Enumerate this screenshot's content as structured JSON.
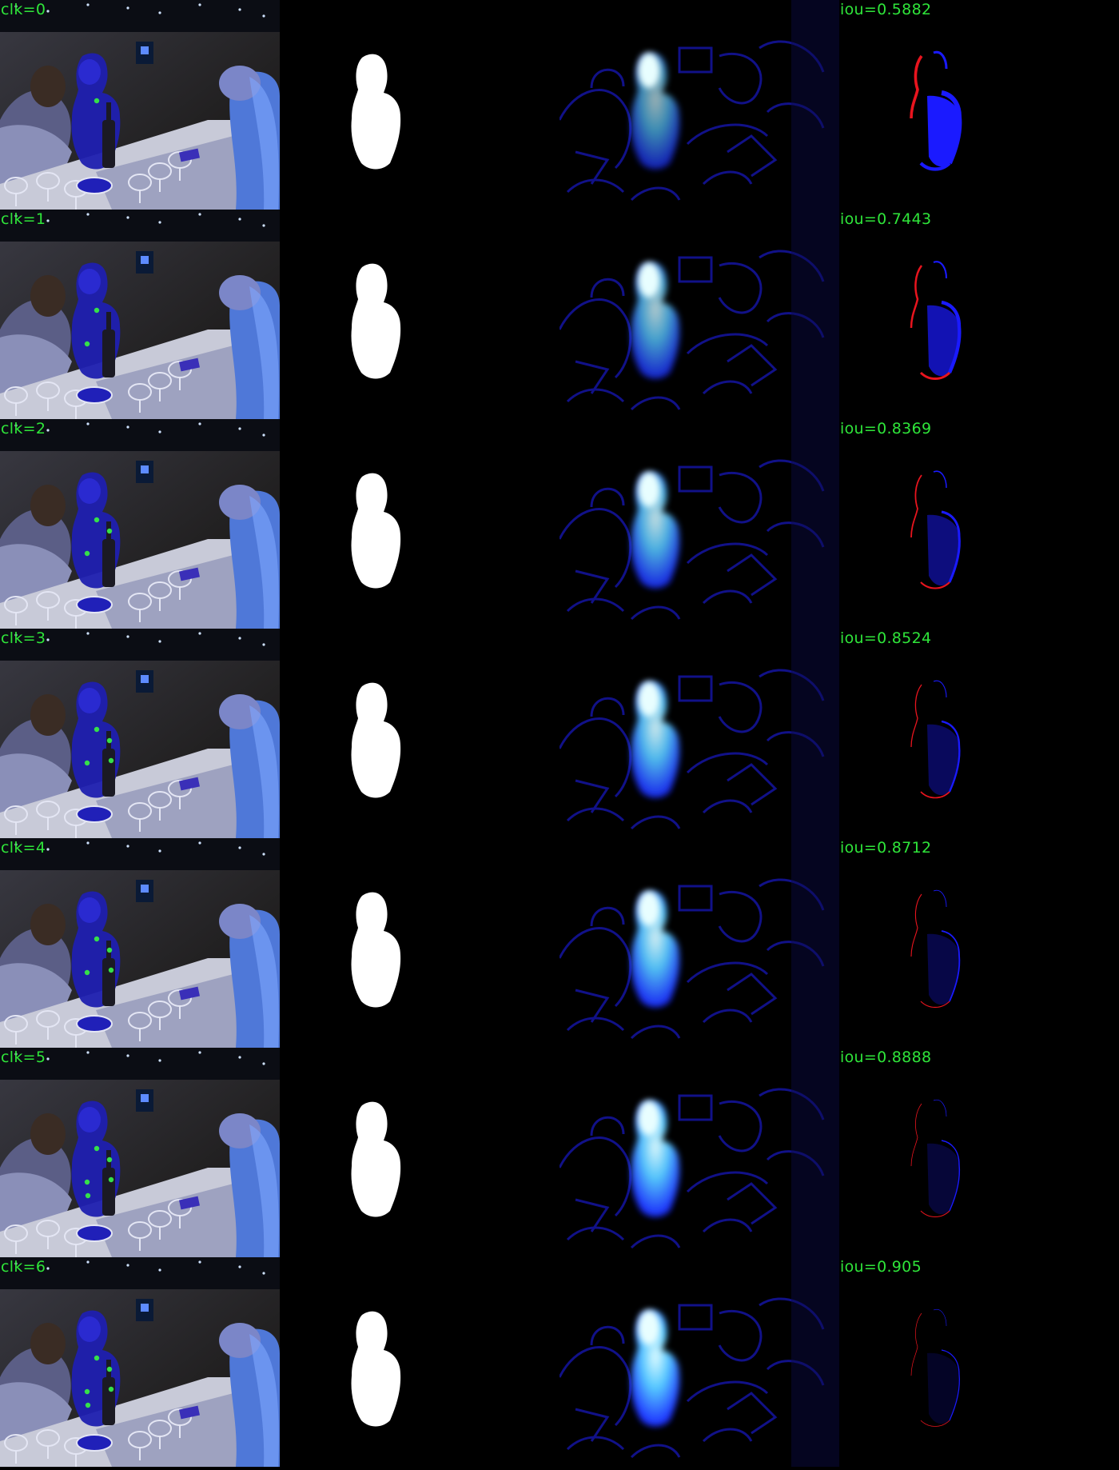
{
  "rows": [
    {
      "click_label": "clk=0",
      "iou_label": "iou=0.5882",
      "clicks": 1,
      "mask_growth": 0.0
    },
    {
      "click_label": "clk=1",
      "iou_label": "iou=0.7443",
      "clicks": 2,
      "mask_growth": 0.35
    },
    {
      "click_label": "clk=2",
      "iou_label": "iou=0.8369",
      "clicks": 3,
      "mask_growth": 0.6
    },
    {
      "click_label": "clk=3",
      "iou_label": "iou=0.8524",
      "clicks": 4,
      "mask_growth": 0.75
    },
    {
      "click_label": "clk=4",
      "iou_label": "iou=0.8712",
      "clicks": 4,
      "mask_growth": 0.85
    },
    {
      "click_label": "clk=5",
      "iou_label": "iou=0.8888",
      "clicks": 5,
      "mask_growth": 0.92
    },
    {
      "click_label": "clk=6",
      "iou_label": "iou=0.905",
      "clicks": 5,
      "mask_growth": 1.0
    }
  ],
  "colors": {
    "label_green": "#2fe53a",
    "click_green": "#35e04a",
    "mask_white": "#ffffff",
    "prob_blue": "#1414a0",
    "prob_cyan": "#9ff4ff",
    "error_red": "#e8141e",
    "error_blue": "#1a1aff"
  },
  "panels": [
    "photo-with-clicks",
    "predicted-mask",
    "probability-map",
    "error-map"
  ]
}
